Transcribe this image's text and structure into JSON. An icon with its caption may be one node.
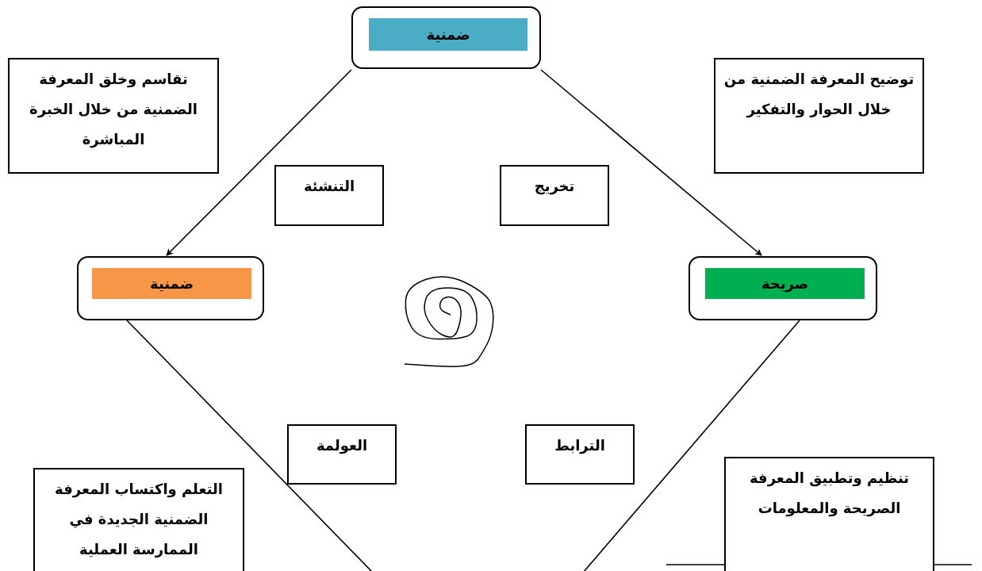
{
  "diagram": {
    "nodes": [
      {
        "text": [
          "ضمنية"
        ]
      },
      {
        "text": [
          "ضمنية"
        ]
      },
      {
        "text": [
          "صريحة"
        ]
      },
      {
        "text": [
          "تقاسم وخلق المعرفة الضمنية من خلال الخبرة المباشرة"
        ]
      },
      {
        "text": [
          "توضيح المعرفة الضمنية من خلال الحوار والتفكير"
        ]
      },
      {
        "text": [
          "التنشئة"
        ]
      },
      {
        "text": [
          "تخريج"
        ]
      },
      {
        "text": [
          "العولمة"
        ]
      },
      {
        "text": [
          "الترابط"
        ]
      },
      {
        "text": [
          "التعلم واكتساب المعرفة الضمنية الجديدة في الممارسة العملية"
        ]
      },
      {
        "text": [
          "تنظيم وتطبيق المعرفة الصريحة والمعلومات"
        ]
      }
    ],
    "edges": [
      {
        "from": 0,
        "to": 1,
        "arrow": "to"
      },
      {
        "from": 0,
        "to": 2,
        "arrow": "to"
      },
      {
        "from": 1,
        "to": null,
        "arrow": "none"
      },
      {
        "from": 2,
        "to": null,
        "arrow": "none"
      }
    ]
  }
}
